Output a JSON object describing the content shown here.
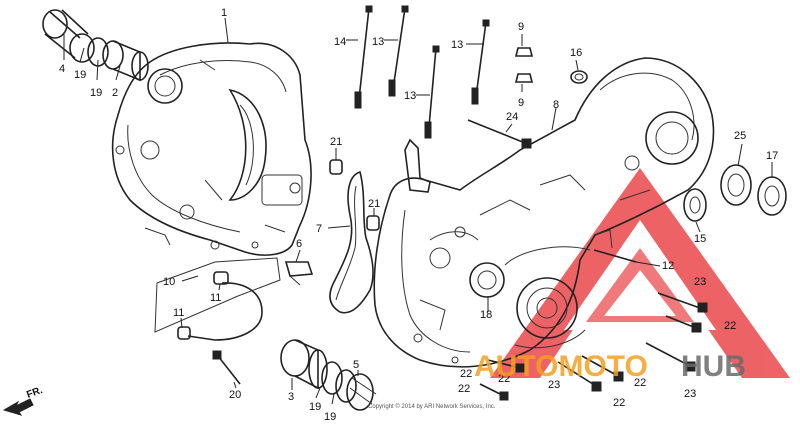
{
  "labels": {
    "p1": "1",
    "p2": "2",
    "p3": "3",
    "p4": "4",
    "p5": "5",
    "p6": "6",
    "p7": "7",
    "p8": "8",
    "p9a": "9",
    "p9b": "9",
    "p10": "10",
    "p11a": "11",
    "p11b": "11",
    "p12": "12",
    "p13a": "13",
    "p13b": "13",
    "p13c": "13",
    "p14": "14",
    "p15": "15",
    "p16": "16",
    "p17": "17",
    "p18": "18",
    "p19a": "19",
    "p19b": "19",
    "p19c": "19",
    "p19d": "19",
    "p20": "20",
    "p21a": "21",
    "p21b": "21",
    "p22a": "22",
    "p22b": "22",
    "p22c": "22",
    "p22d": "22",
    "p22e": "22",
    "p22f": "22",
    "p23a": "23",
    "p23b": "23",
    "p23c": "23",
    "p24": "24",
    "p25": "25"
  },
  "direction_marker": "FR.",
  "copyright": "Copyright © 2014 by ARI Network Services, Inc.",
  "watermark": {
    "left": "AUTOMOTO",
    "right": "HUB",
    "color_red": "#e9373a",
    "color_dark": "#6a6a6a",
    "color_orange": "#f4a020"
  }
}
